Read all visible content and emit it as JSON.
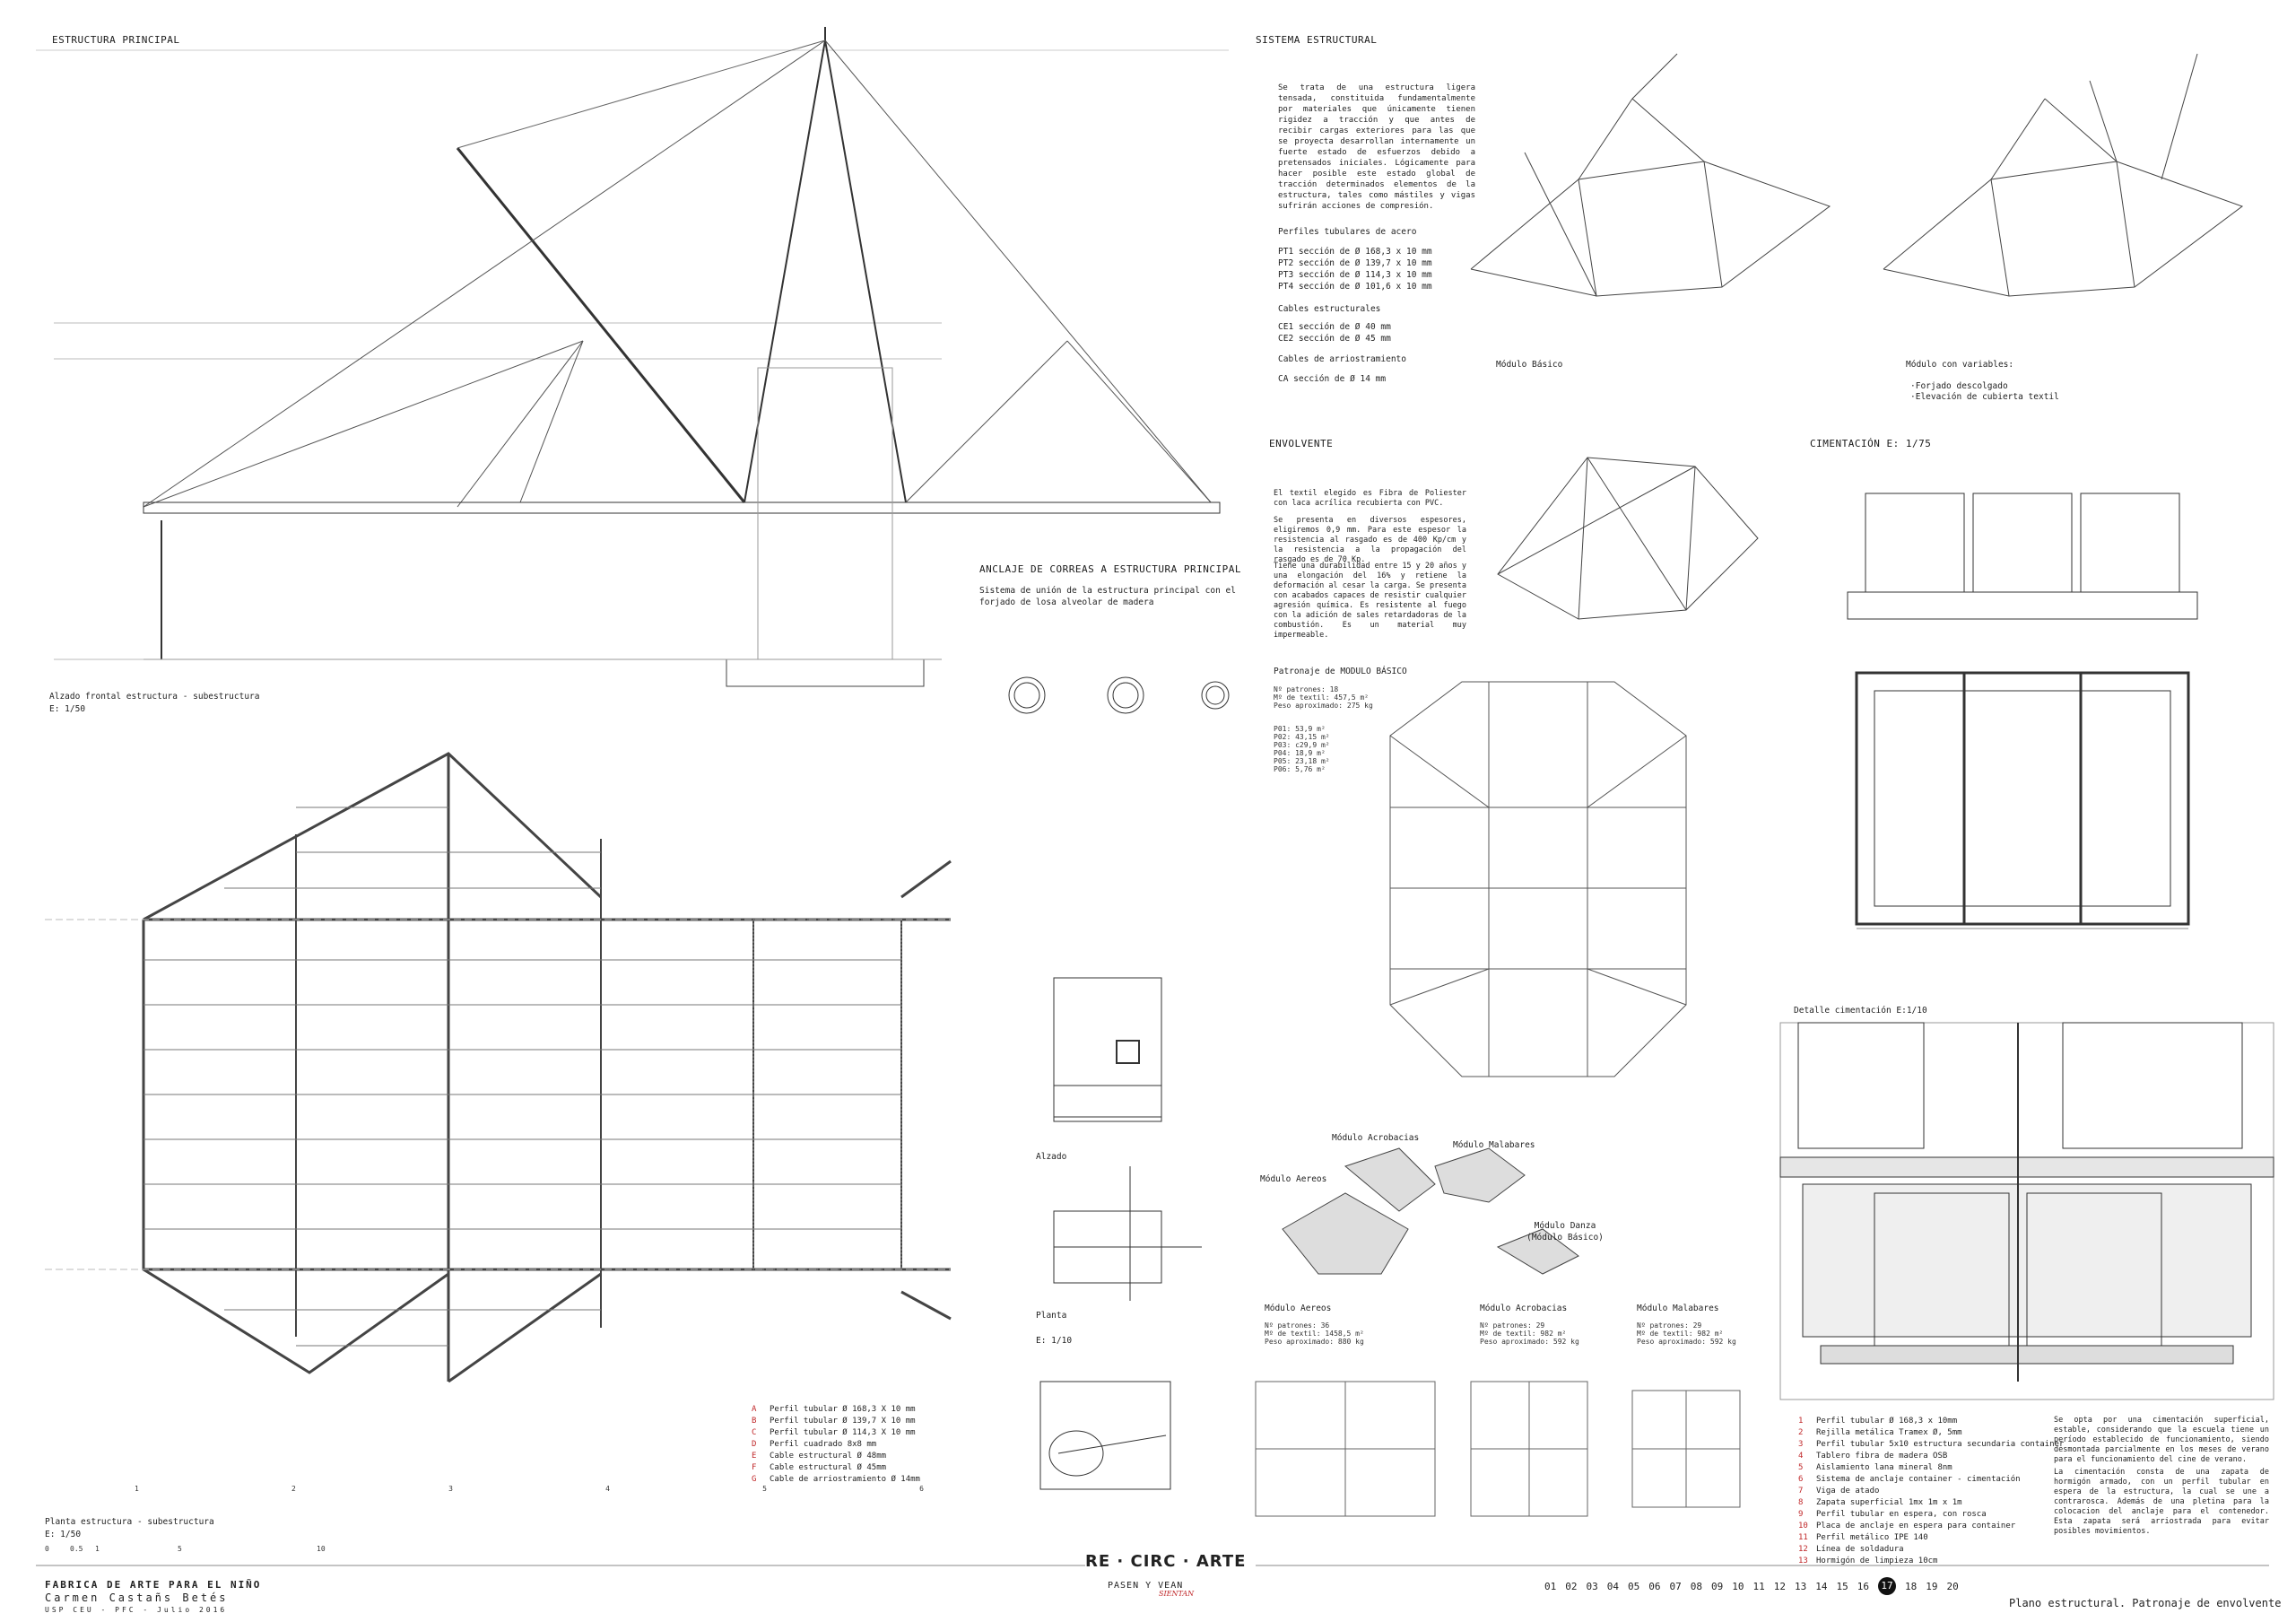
{
  "main_structure": {
    "title": "ESTRUCTURA PRINCIPAL",
    "elevation_caption": "Alzado frontal estructura - subestructura",
    "elevation_scale": "E: 1/50",
    "plan_caption": "Planta estructura - subestructura",
    "plan_scale": "E: 1/50",
    "legend": [
      {
        "k": "A",
        "t": "Perfil tubular Ø 168,3 X 10 mm"
      },
      {
        "k": "B",
        "t": "Perfil tubular Ø 139,7 X 10 mm"
      },
      {
        "k": "C",
        "t": "Perfil tubular Ø 114,3 X 10 mm"
      },
      {
        "k": "D",
        "t": "Perfil cuadrado 8x8 mm"
      },
      {
        "k": "E",
        "t": "Cable estructural Ø 48mm"
      },
      {
        "k": "F",
        "t": "Cable estructural Ø 45mm"
      },
      {
        "k": "G",
        "t": "Cable de arriostramiento Ø 14mm"
      }
    ],
    "grid_numbers": [
      "1",
      "2",
      "3",
      "4",
      "5",
      "6"
    ],
    "scale_bar": [
      "0",
      "0.5",
      "1",
      "5",
      "10"
    ]
  },
  "anchor": {
    "title": "ANCLAJE DE CORREAS A ESTRUCTURA PRINCIPAL",
    "text": "Sistema de unión de la estructura principal con el forjado de losa alveolar de madera",
    "alzado": "Alzado",
    "planta": "Planta",
    "scale": "E: 1/10"
  },
  "system": {
    "title": "SISTEMA ESTRUCTURAL",
    "text": "Se trata de una estructura ligera tensada, constituida fundamentalmente por materiales que únicamente tienen rigidez a tracción y que antes de recibir cargas exteriores para las que se proyecta desarrollan internamente un fuerte estado de esfuerzos debido a pretensados iniciales. Lógicamente para hacer posible este estado global de tracción determinados elementos de la estructura, tales como mástiles y vigas sufrirán acciones de compresión.",
    "tubes_title": "Perfiles tubulares de acero",
    "tubes": [
      "PT1 sección de Ø 168,3 x 10 mm",
      "PT2 sección de Ø 139,7 x 10 mm",
      "PT3 sección de Ø 114,3 x 10 mm",
      "PT4 sección de Ø 101,6 x 10 mm"
    ],
    "cables_title": "Cables estructurales",
    "cables": [
      "CE1 sección de Ø 40 mm",
      "CE2 sección de Ø 45 mm"
    ],
    "brace_title": "Cables de arriostramiento",
    "brace": "CA sección de Ø 14 mm",
    "module_basic": "Módulo Básico",
    "module_var": "Módulo con variables:",
    "module_var_items": [
      "·Forjado descolgado",
      "·Elevación de cubierta textil"
    ]
  },
  "envelope": {
    "title": "ENVOLVENTE",
    "p1": "El textil elegido es Fibra de Poliester con laca acrílica recubierta con PVC.",
    "p2": "Se presenta en diversos espesores, eligiremos 0,9 mm. Para este espesor la resistencia al rasgado es de 400 Kp/cm y la resistencia a la propagación del rasgado es de 70 Kp.",
    "p3": "Tiene una durabilidad entre 15 y 20 años y una elongación del 16% y retiene la deformación al cesar la carga. Se presenta con acabados capaces de resistir cualquier agresión química. Es resistente al fuego con la adición de sales retardadoras de la combustión. Es un material muy impermeable.",
    "pattern_title": "Patronaje de MODULO BÁSICO",
    "pattern_stats": [
      "Nº patrones: 18",
      "Mº de textil: 457,5 m²",
      "Peso aproximado: 275 kg"
    ],
    "pattern_list": [
      "P01: 53,9 m²",
      "P02: 43,15 m²",
      "P03: c29,9 m²",
      "P04: 18,9 m²",
      "P05: 23,18 m²",
      "P06: 5,76 m²"
    ]
  },
  "modules": {
    "labels": [
      "Módulo Acrobacias",
      "Módulo Malabares",
      "Módulo Aereos",
      "Módulo Danza (Módulo Básico)"
    ],
    "stats": [
      {
        "name": "Módulo Aereos",
        "lines": [
          "Nº patrones: 36",
          "Mº de textil: 1458,5 m²",
          "Peso aproximado: 880 kg"
        ]
      },
      {
        "name": "Módulo Acrobacias",
        "lines": [
          "Nº patrones: 29",
          "Mº de textil: 982 m²",
          "Peso aproximado: 592 kg"
        ]
      },
      {
        "name": "Módulo Malabares",
        "lines": [
          "Nº patrones: 29",
          "Mº de textil: 982 m²",
          "Peso aproximado: 592 kg"
        ]
      }
    ]
  },
  "foundation": {
    "title": "CIMENTACIÓN  E: 1/75",
    "detail_title": "Detalle cimentación E:1/10",
    "legend": [
      {
        "k": "1",
        "t": "Perfil tubular Ø 168,3 x 10mm"
      },
      {
        "k": "2",
        "t": "Rejilla metálica Tramex Ø, 5mm"
      },
      {
        "k": "3",
        "t": "Perfil tubular 5x10 estructura secundaria container"
      },
      {
        "k": "4",
        "t": "Tablero fibra de madera OSB"
      },
      {
        "k": "5",
        "t": "Aislamiento lana mineral  8nm"
      },
      {
        "k": "6",
        "t": "Sistema de anclaje container - cimentación"
      },
      {
        "k": "7",
        "t": "Viga de atado"
      },
      {
        "k": "8",
        "t": "Zapata superficial 1mx 1m x 1m"
      },
      {
        "k": "9",
        "t": "Perfil tubular en espera, con rosca"
      },
      {
        "k": "10",
        "t": "Placa de anclaje en espera para container"
      },
      {
        "k": "11",
        "t": "Perfil metálico IPE 140"
      },
      {
        "k": "12",
        "t": "Línea de soldadura"
      },
      {
        "k": "13",
        "t": "Hormigón de limpieza 10cm"
      }
    ],
    "p1": "Se opta por una cimentación superficial, estable, considerando que la escuela tiene un período establecido de funcionamiento, siendo desmontada parcialmente en los meses de verano para el funcionamiento del cine de verano.",
    "p2": "La cimentación consta de una zapata de hormigón armado, con un perfil tubular en espera de la estructura, la cual se une a contrarosca. Además de una pletina para la colocacion del anclaje para el contenedor. Esta zapata será arriostrada para evitar posibles movimientos."
  },
  "footer": {
    "project": "FABRICA DE ARTE PARA EL NIÑO",
    "author": "Carmen Castañs Betés",
    "school": "USP CEU - PFC - Julio 2016",
    "logo": "RE · CIRC · ARTE",
    "tagline": "PASEN Y VEAN",
    "tagline_hand": "SIENTAN",
    "pages": [
      "01",
      "02",
      "03",
      "04",
      "05",
      "06",
      "07",
      "08",
      "09",
      "10",
      "11",
      "12",
      "13",
      "14",
      "15",
      "16",
      "17",
      "18",
      "19",
      "20"
    ],
    "current": "17",
    "sheet_title": "Plano estructural. Patronaje de envolvente"
  }
}
